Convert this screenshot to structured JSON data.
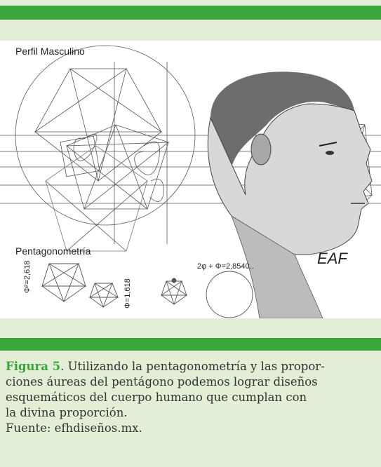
{
  "figure": {
    "title": "Perfil Masculino",
    "subtitle": "Pentagonometría",
    "formula": "2φ + Φ=2,8540..",
    "phi_square": "Φ²=2,618",
    "phi": "Φ=1,618",
    "signature": "EAF"
  },
  "caption": {
    "label": "Figura 5",
    "sep": ". ",
    "line1": "Utilizando la pentagonometría y las propor-",
    "line2": "ciones áureas del pentágono podemos lograr diseños",
    "line3": "esquemáticos del cuerpo humano que cumplan con",
    "line4": "la divina proporción.",
    "source": "Fuente: efhdiseños.mx."
  },
  "colors": {
    "accent": "#3aa63a",
    "band": "#e2efd6"
  }
}
